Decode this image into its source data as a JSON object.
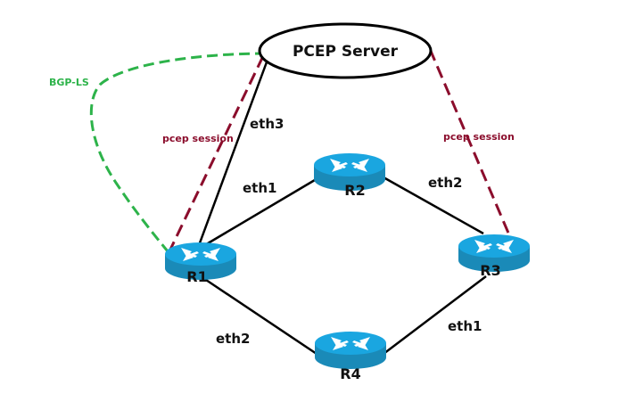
{
  "colors": {
    "pcep_session": "#8b0d2c",
    "bgp_ls": "#2db34a",
    "physical_link": "#000000",
    "router_top": "#1aa6e0",
    "router_side": "#1a8ab8",
    "server_outline": "#000000"
  },
  "server": {
    "label": "PCEP Server"
  },
  "routers": [
    {
      "id": "R1",
      "label": "R1"
    },
    {
      "id": "R2",
      "label": "R2"
    },
    {
      "id": "R3",
      "label": "R3"
    },
    {
      "id": "R4",
      "label": "R4"
    }
  ],
  "links": [
    {
      "id": "r1-server",
      "from": "R1",
      "to": "PCEP Server",
      "label": "eth3"
    },
    {
      "id": "r1-r2",
      "from": "R1",
      "to": "R2",
      "label": "eth1"
    },
    {
      "id": "r2-r3",
      "from": "R2",
      "to": "R3",
      "label": "eth2"
    },
    {
      "id": "r1-r4",
      "from": "R1",
      "to": "R4",
      "label": "eth2"
    },
    {
      "id": "r4-r3",
      "from": "R4",
      "to": "R3",
      "label": "eth1"
    }
  ],
  "sessions": [
    {
      "id": "pcep-r1",
      "from": "PCEP Server",
      "to": "R1",
      "label": "pcep session"
    },
    {
      "id": "pcep-r3",
      "from": "PCEP Server",
      "to": "R3",
      "label": "pcep session"
    },
    {
      "id": "bgp-ls",
      "from": "PCEP Server",
      "to": "R1",
      "label": "BGP-LS"
    }
  ]
}
